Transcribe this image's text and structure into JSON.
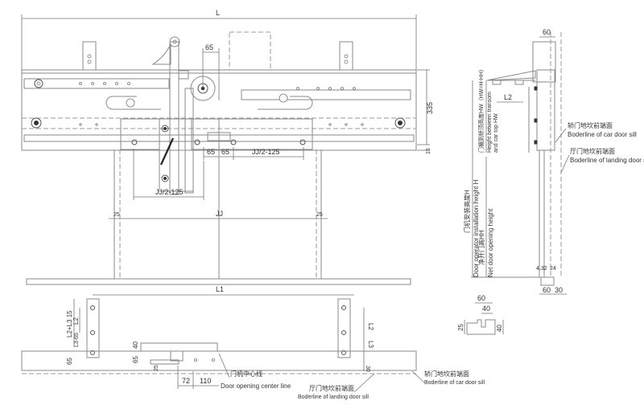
{
  "front_view": {
    "dim_L": "L",
    "dim_335": "335",
    "dim_15": "15",
    "dim_65_top": "65",
    "dim_65_left": "65",
    "dim_65_right": "65",
    "dim_jj_half_right": "JJ/2-125",
    "dim_jj_half_left": "JJ/2-125",
    "dim_jj": "JJ",
    "dim_25_left": "25",
    "dim_25_right": "25"
  },
  "side_view": {
    "dim_60_top": "60",
    "dim_L2": "L2",
    "dim_HW": "门楣到轿顶高度HW（HW=H-HH）",
    "dim_HW_en1": "Height between transom",
    "dim_HW_en2": "and car top HW",
    "dim_H": "门机安装高度H",
    "dim_H_en": "Door operator installation height H",
    "dim_HH": "净开门高HH",
    "dim_HH_en": "Net door opening height",
    "dim_small": "4.32",
    "dim_small2": "24",
    "dim_60_bottom": "60",
    "dim_30_bottom": "30",
    "car_sill_cn": "轿门地坎前端面",
    "car_sill_en": "Boderline of car door sill",
    "landing_sill_cn": "厅门地坎前端面",
    "landing_sill_en": "Boderline of landing door sill"
  },
  "profile": {
    "dim_60": "60",
    "dim_40_top": "40",
    "dim_25": "25",
    "dim_40_side": "40"
  },
  "plan_view": {
    "dim_L1": "L1",
    "dim_L2L3": "L2+L3 15",
    "dim_L2_left": "L2",
    "dim_L3_65": "L3-65",
    "dim_65_left": "65",
    "dim_40": "40",
    "dim_65_mid": "65",
    "dim_25": "25",
    "dim_72": "72",
    "dim_110": "110",
    "dim_L2_right": "L2",
    "dim_L3_right": "L3",
    "dim_30": "30",
    "center_cn": "门机中心线",
    "center_en": "Door opening center line",
    "landing_sill_cn": "厅门地坎前端面",
    "landing_sill_en": "Boderline of landing door sill",
    "car_sill_cn": "轿门地坎前端面",
    "car_sill_en": "Boderline of car door sill"
  }
}
